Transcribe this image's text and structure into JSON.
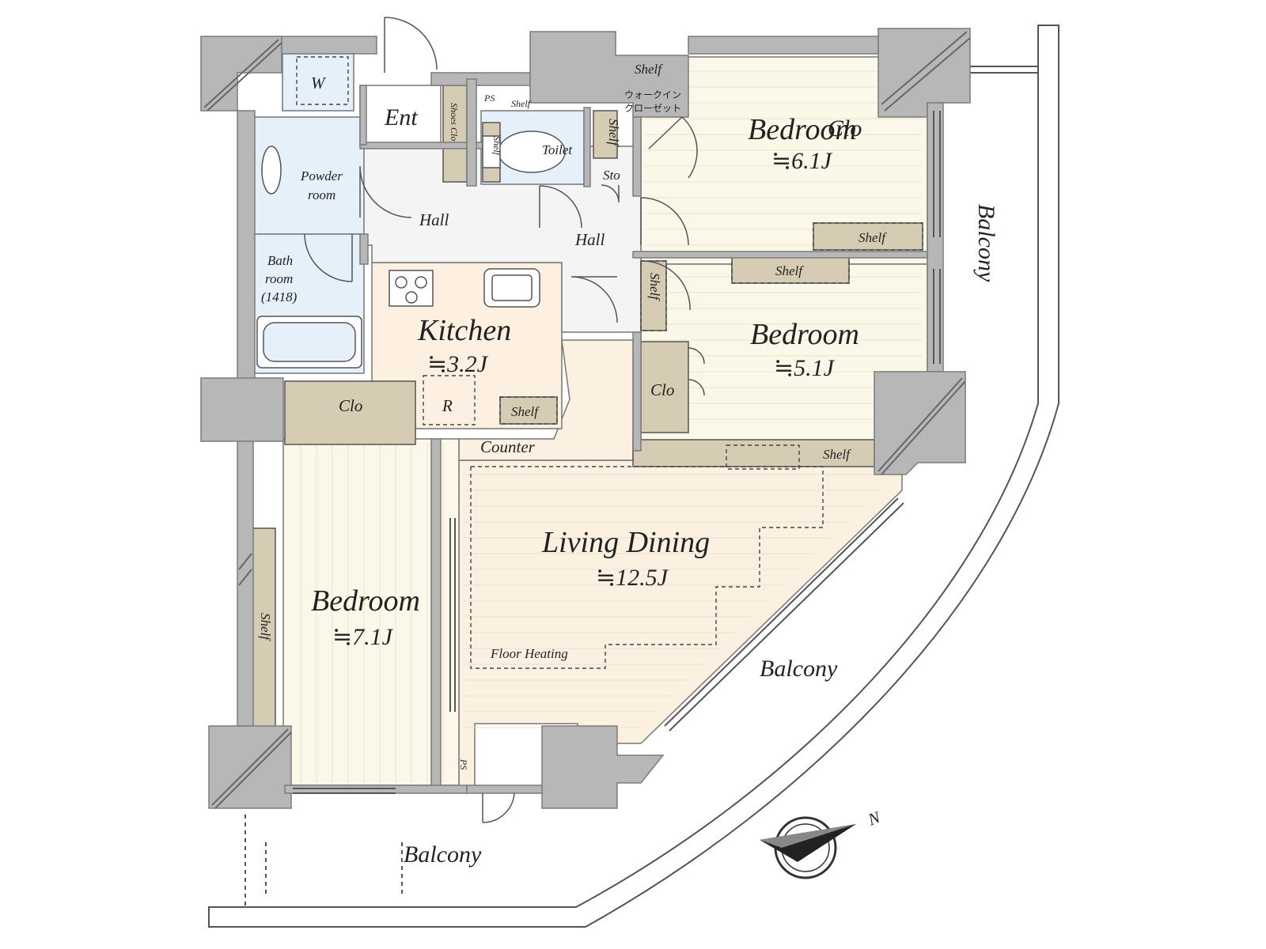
{
  "colors": {
    "wall": "#b7b7b7",
    "wall_stroke": "#7c7c7c",
    "floor_wood": "#fbf8e9",
    "floor_living": "#fcf1e1",
    "floor_kitchen": "#fdf0e0",
    "floor_wet": "#e5f0fb",
    "floor_hall": "#f4f4f4",
    "storage": "#d6ccb4",
    "line": "#555555"
  },
  "rooms": {
    "bedroom_ne": {
      "name": "Bedroom",
      "size": "≒6.1J",
      "overlay": "Clo"
    },
    "bedroom_e": {
      "name": "Bedroom",
      "size": "≒5.1J"
    },
    "bedroom_w": {
      "name": "Bedroom",
      "size": "≒7.1J"
    },
    "living": {
      "name": "Living Dining",
      "size": "≒12.5J"
    },
    "kitchen": {
      "name": "Kitchen",
      "size": "≒3.2J"
    }
  },
  "labels": {
    "ent": "Ent",
    "w": "W",
    "powder": [
      "Powder",
      "room"
    ],
    "bath": [
      "Bath",
      "room",
      "(1418)"
    ],
    "toilet": "Toilet",
    "shoes_clo": "Shoes Clo",
    "hall_1": "Hall",
    "hall_2": "Hall",
    "sto": "Sto",
    "ps_top": "PS",
    "ps_bottom": "PS",
    "shelf_wic": "Shelf",
    "walk_in": [
      "ウォークイン",
      "クローゼット"
    ],
    "shelf_v_wic": "Shelf",
    "shelf_toilet_v": "Shelf",
    "shelf_toilet_small": "Shelf",
    "shelf_bed_ne": "Shelf",
    "shelf_bed_e": "Shelf",
    "shelf_v_bed_e": "Shelf",
    "clo_bed_e": "Clo",
    "shelf_bottom": "Shelf",
    "clo_west": "Clo",
    "r": "R",
    "shelf_kitchen": "Shelf",
    "counter": "Counter",
    "floor_heating": "Floor Heating",
    "shelf_left": "Shelf",
    "balcony_east": "Balcony",
    "balcony_se": "Balcony",
    "balcony_south": "Balcony",
    "compass_n": "N"
  }
}
